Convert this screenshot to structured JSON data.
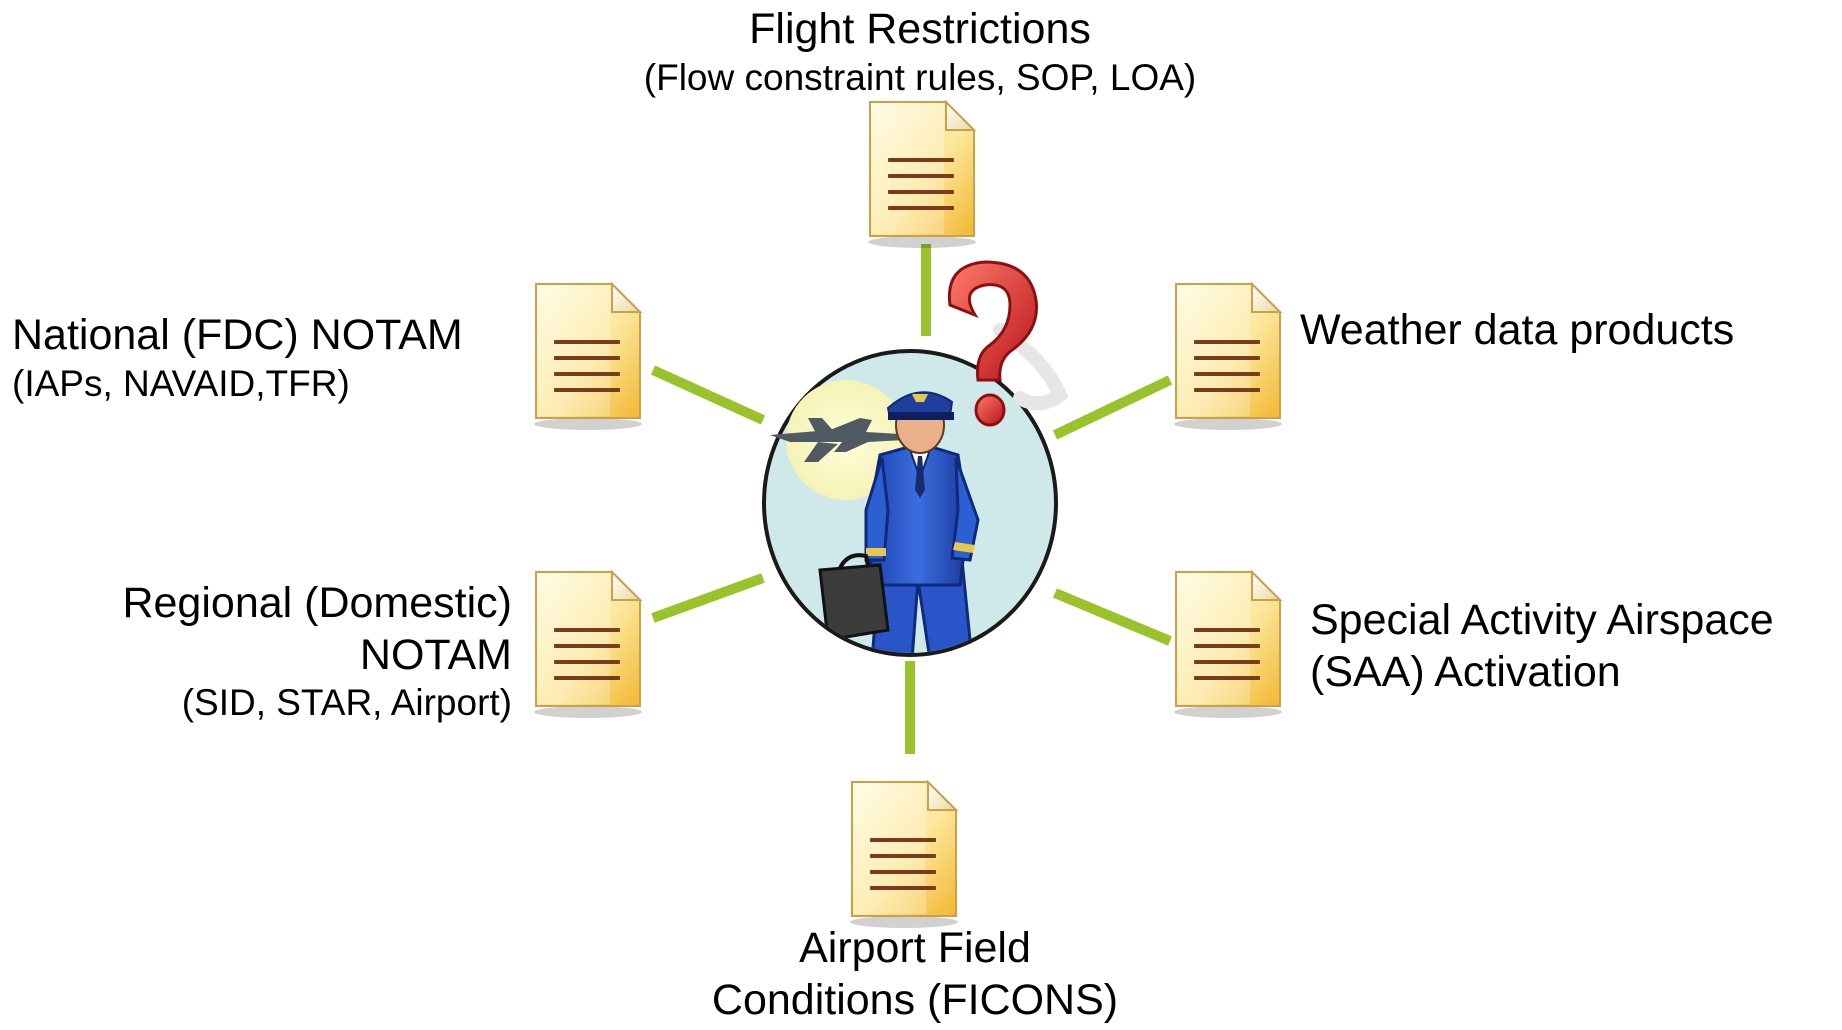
{
  "nodes": {
    "flight_restrictions": {
      "title": "Flight Restrictions",
      "subtitle": "(Flow constraint rules, SOP, LOA)"
    },
    "national_notam": {
      "title": "National (FDC) NOTAM",
      "subtitle": "(IAPs, NAVAID,TFR)"
    },
    "regional_notam": {
      "title_line1": "Regional (Domestic)",
      "title_line2": "NOTAM",
      "subtitle": "(SID, STAR, Airport)"
    },
    "airport_field": {
      "line1": "Airport Field",
      "line2": "Conditions (FICONS)"
    },
    "weather": {
      "title": "Weather data products"
    },
    "saa": {
      "line1": "Special Activity Airspace",
      "line2": "(SAA) Activation"
    }
  },
  "hub": {
    "icon": "pilot-with-question-icon"
  },
  "colors": {
    "connector": "#99c22b",
    "doc_fill": "#f4c84a",
    "doc_lines": "#7a3b1c",
    "hub_fill": "#cfe9ea",
    "question_mark": "#d8302c"
  }
}
